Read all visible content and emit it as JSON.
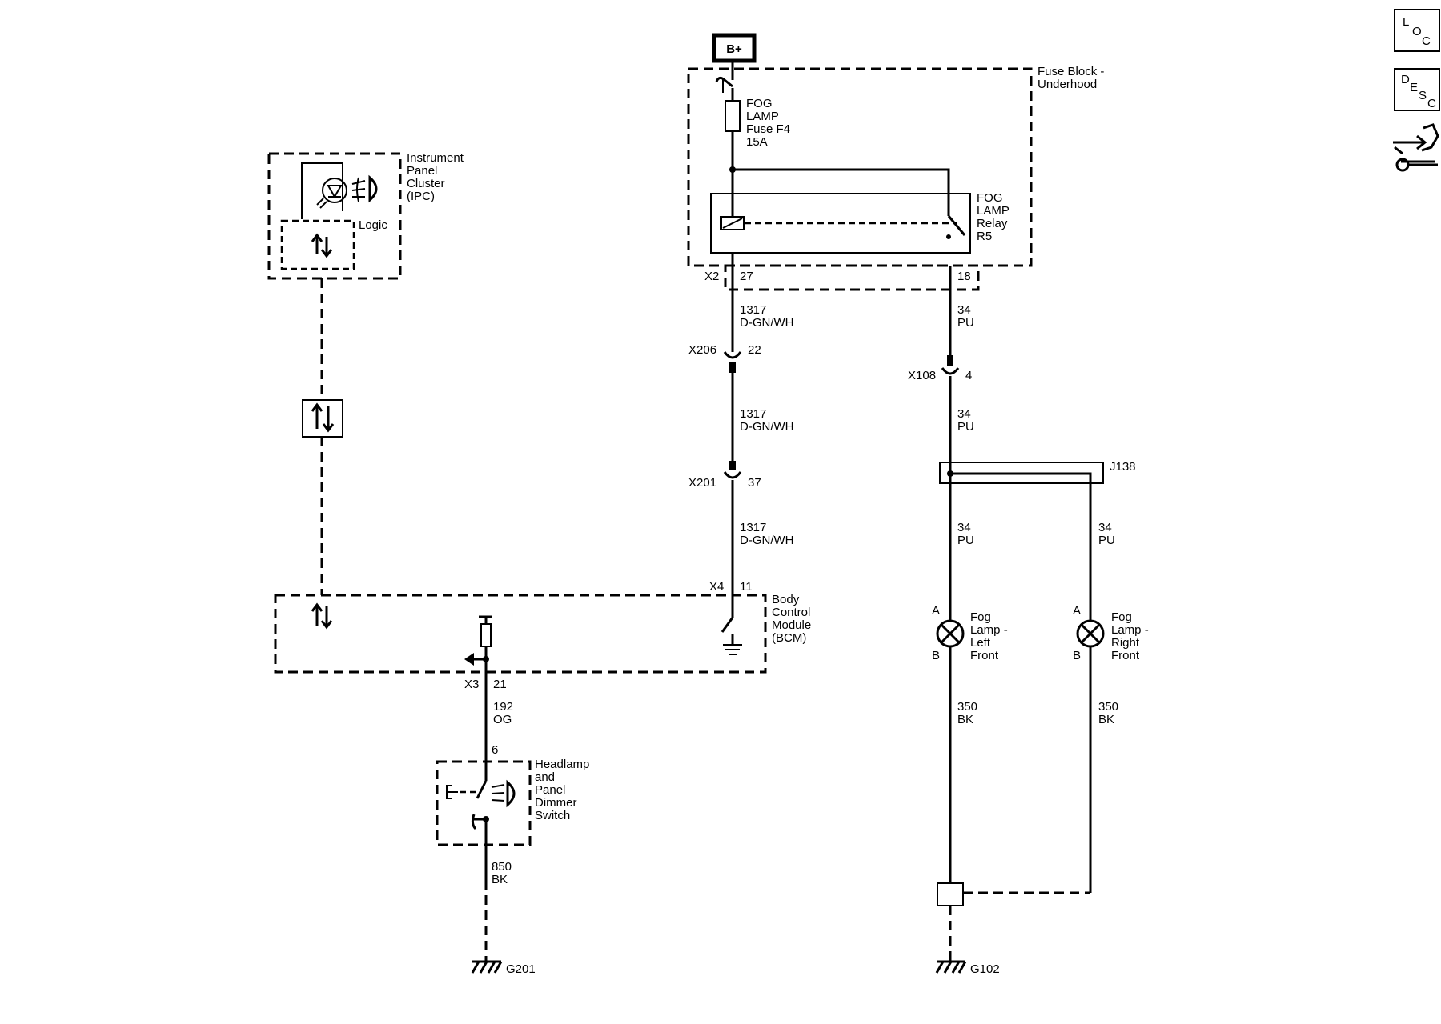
{
  "side_icons": {
    "loc": [
      "L",
      "O",
      "C"
    ],
    "desc": [
      "D",
      "E",
      "S",
      "C"
    ]
  },
  "power": {
    "label": "B+"
  },
  "fuse_block": {
    "title": [
      "Fuse Block -",
      "Underhood"
    ],
    "fuse": [
      "FOG",
      "LAMP",
      "Fuse F4",
      "15A"
    ],
    "relay": [
      "FOG",
      "LAMP",
      "Relay",
      "R5"
    ],
    "connector": "X2",
    "pin_left": "27",
    "pin_right": "18"
  },
  "ipc": {
    "title": [
      "Instrument",
      "Panel",
      "Cluster",
      "(IPC)"
    ],
    "logic": "Logic"
  },
  "bcm": {
    "title": [
      "Body",
      "Control",
      "Module",
      "(BCM)"
    ],
    "conn_x4": "X4",
    "pin_11": "11",
    "conn_x3": "X3",
    "pin_21": "21"
  },
  "wires": {
    "w1317_a": [
      "1317",
      "D-GN/WH"
    ],
    "w1317_b": [
      "1317",
      "D-GN/WH"
    ],
    "w1317_c": [
      "1317",
      "D-GN/WH"
    ],
    "w34_a": [
      "34",
      "PU"
    ],
    "w34_b": [
      "34",
      "PU"
    ],
    "w34_c": [
      "34",
      "PU"
    ],
    "w34_d": [
      "34",
      "PU"
    ],
    "w350_l": [
      "350",
      "BK"
    ],
    "w350_r": [
      "350",
      "BK"
    ],
    "w192": [
      "192",
      "OG"
    ],
    "w850": [
      "850",
      "BK"
    ]
  },
  "connectors": {
    "x206": {
      "name": "X206",
      "pin": "22"
    },
    "x201": {
      "name": "X201",
      "pin": "37"
    },
    "x108": {
      "name": "X108",
      "pin": "4"
    }
  },
  "splice": {
    "name": "J138"
  },
  "fog_left": {
    "pin_a": "A",
    "pin_b": "B",
    "title": [
      "Fog",
      "Lamp -",
      "Left",
      "Front"
    ]
  },
  "fog_right": {
    "pin_a": "A",
    "pin_b": "B",
    "title": [
      "Fog",
      "Lamp -",
      "Right",
      "Front"
    ]
  },
  "switch": {
    "pin": "6",
    "title": [
      "Headlamp",
      "and",
      "Panel",
      "Dimmer",
      "Switch"
    ]
  },
  "grounds": {
    "g201": "G201",
    "g102": "G102"
  }
}
